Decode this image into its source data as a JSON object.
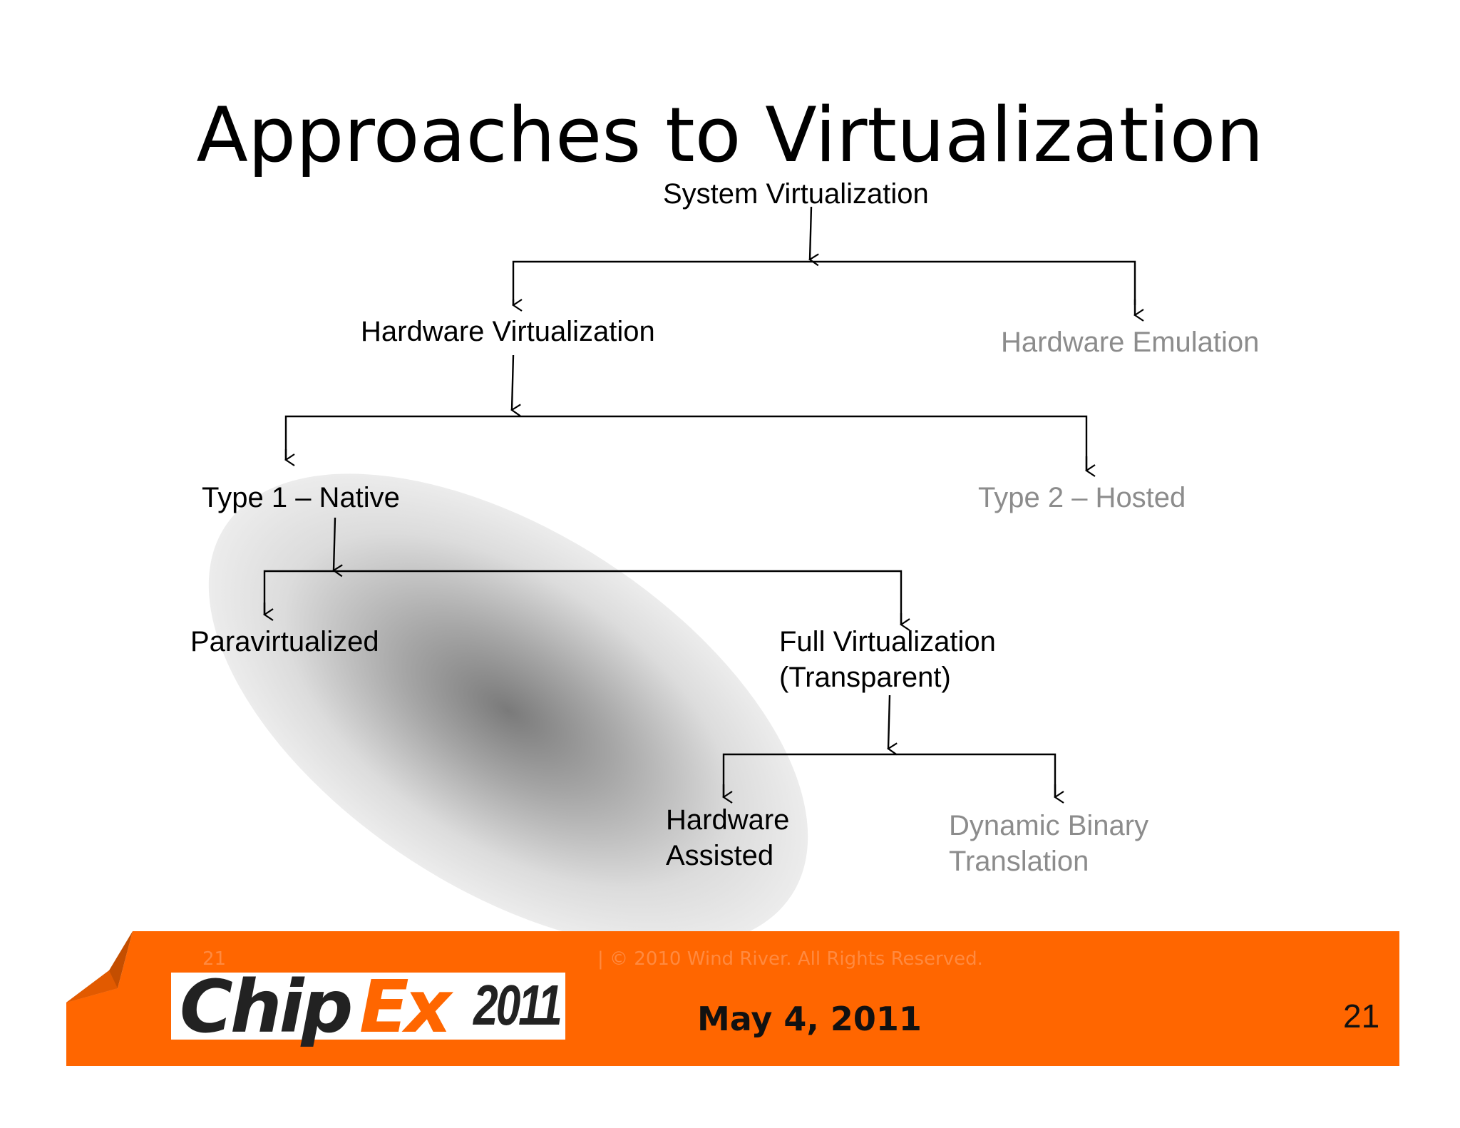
{
  "slide": {
    "title": "Approaches to Virtualization"
  },
  "diagram": {
    "system_virtualization": "System Virtualization",
    "hardware_virtualization": "Hardware Virtualization",
    "hardware_emulation": "Hardware Emulation",
    "type1_native": "Type 1 – Native",
    "type2_hosted": "Type 2 – Hosted",
    "paravirtualized": "Paravirtualized",
    "full_virtualization_line1": "Full Virtualization",
    "full_virtualization_line2": "(Transparent)",
    "hardware_assisted_line1": "Hardware",
    "hardware_assisted_line2": "Assisted",
    "dynamic_binary_line1": "Dynamic Binary",
    "dynamic_binary_line2": "Translation",
    "colors": {
      "primary_text": "#000000",
      "muted_text": "#8c8c8c",
      "highlight_center": "#7a7a7a",
      "highlight_edge": "#ececec"
    }
  },
  "footer": {
    "logo_chip": "Chip",
    "logo_ex": "Ex",
    "logo_year": "2011",
    "date": "May 4, 2011",
    "page_number": "21",
    "faint_page": "21",
    "faint_copyright": "|   © 2010 Wind River. All Rights Reserved.",
    "bar_color": "#ff6600"
  }
}
